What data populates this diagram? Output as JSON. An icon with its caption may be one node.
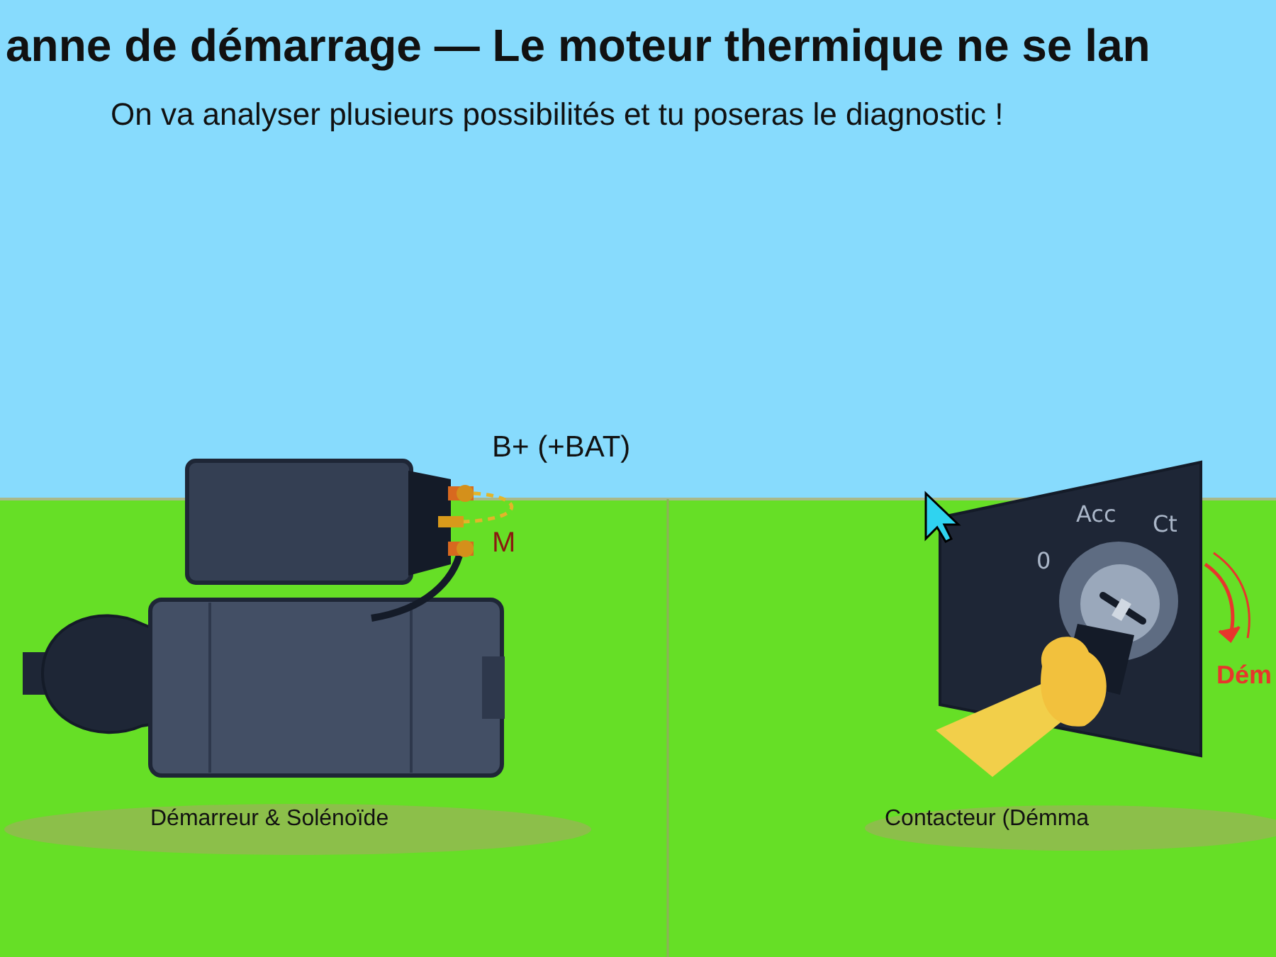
{
  "diagram": {
    "title": "anne de démarrage — Le moteur thermique ne se lan",
    "labels": [
      "On va analyser plusieurs possibilités et tu poseras le diagnostic !",
      "B+ (+BAT)",
      "M",
      "0",
      "Acc",
      "Ct",
      "Dém",
      "Démarreur & Solénoïde",
      "Contacteur (Démma"
    ]
  }
}
